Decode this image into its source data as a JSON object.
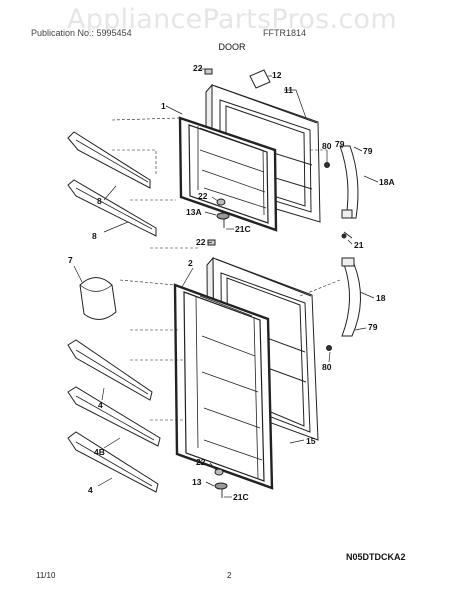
{
  "watermark": "AppliancePartsPros.com",
  "header": {
    "left": "Publication No.: 5995454",
    "right": "FFTR1814",
    "section": "DOOR"
  },
  "callouts": {
    "c22a": "22",
    "c12": "12",
    "c11": "11",
    "c1": "1",
    "c80a": "80",
    "c79a": "79",
    "c79b": "79",
    "c18a": "18A",
    "c8a": "8",
    "c8b": "8",
    "c22b": "22",
    "c13a": "13A",
    "c21ca": "21C",
    "c22c": "22",
    "c21": "21",
    "c7": "7",
    "c2": "2",
    "c18": "18",
    "c79c": "79",
    "c80b": "80",
    "c4a": "4",
    "c15": "15",
    "c4b": "4B",
    "c22d": "22",
    "c13": "13",
    "c21cb": "21C",
    "c4c": "4"
  },
  "footer": {
    "code": "N05DTDCKA2",
    "date": "11/10",
    "page": "2"
  }
}
